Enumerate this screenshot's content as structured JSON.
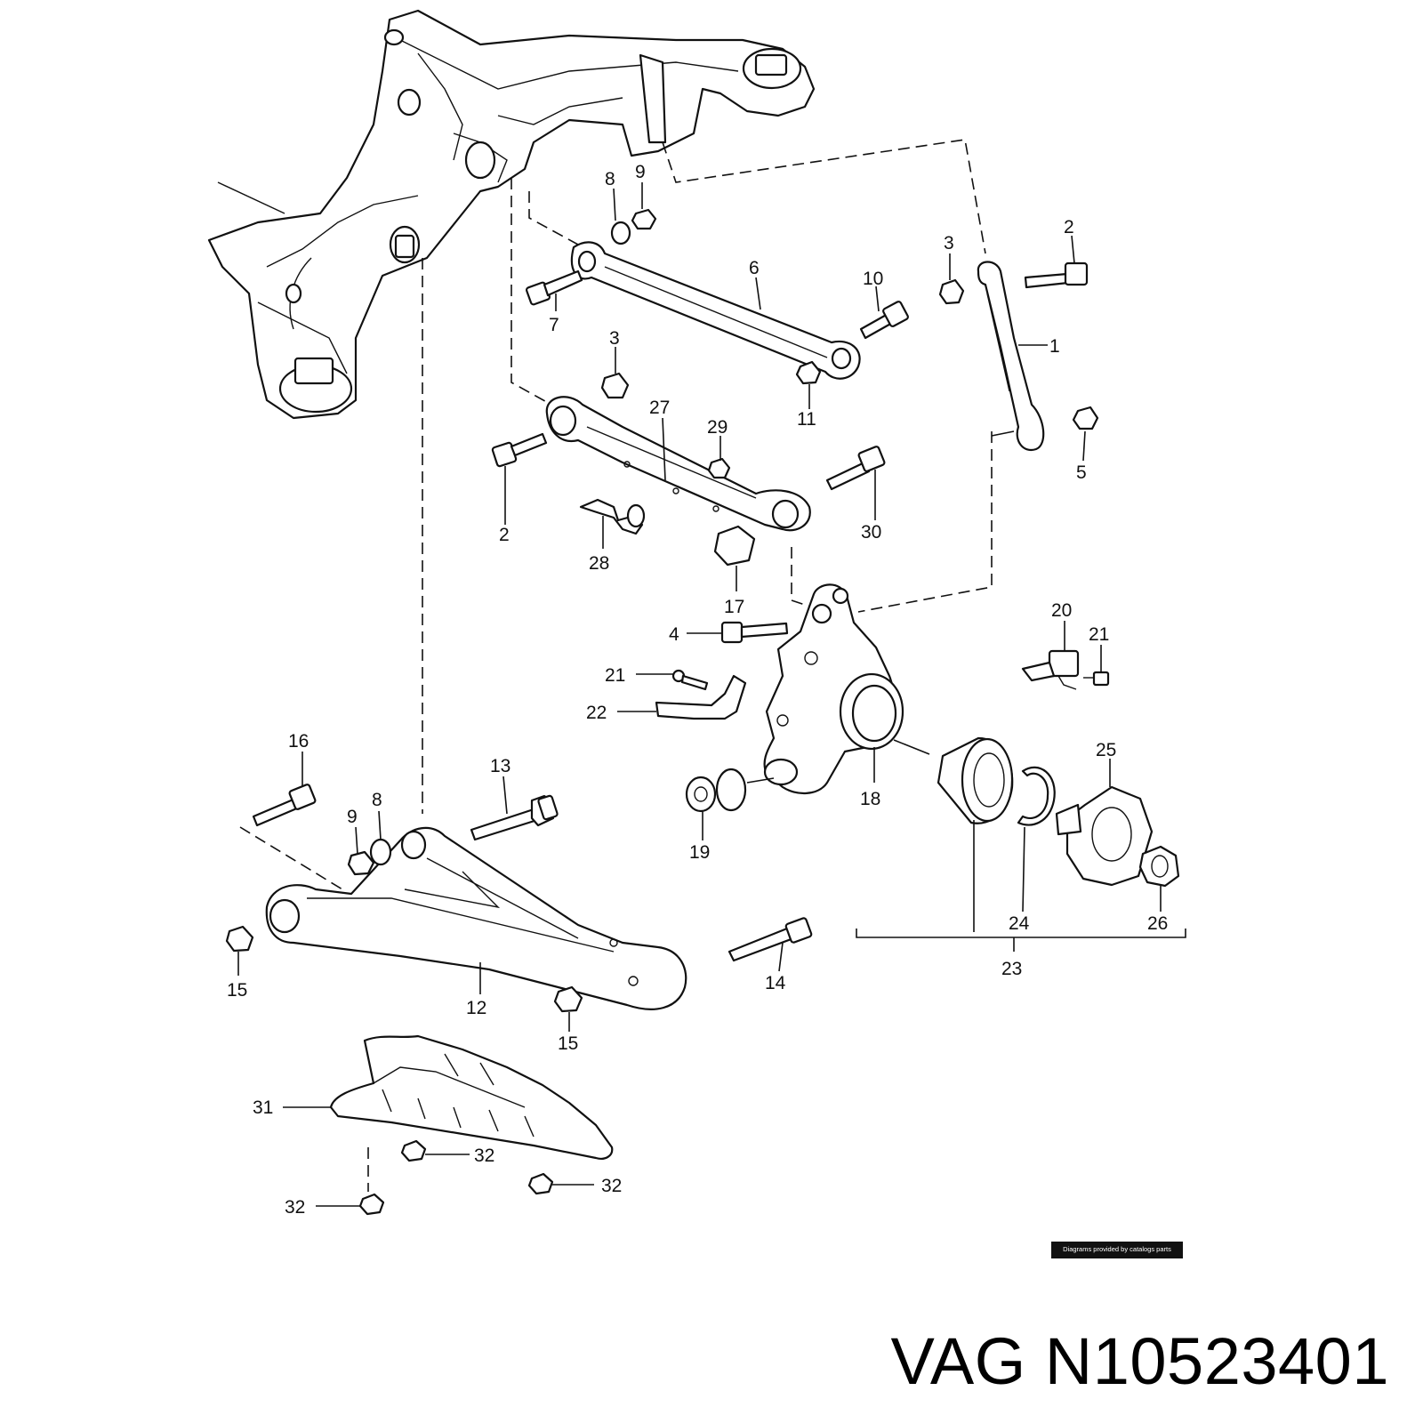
{
  "credit": "Diagrams provided by catalogs parts",
  "part_number_label": "VAG N10523401",
  "callouts": [
    {
      "id": "c8a",
      "text": "8"
    },
    {
      "id": "c9a",
      "text": "9"
    },
    {
      "id": "c6",
      "text": "6"
    },
    {
      "id": "c7",
      "text": "7"
    },
    {
      "id": "c10",
      "text": "10"
    },
    {
      "id": "c11",
      "text": "11"
    },
    {
      "id": "c3a",
      "text": "3"
    },
    {
      "id": "c2a",
      "text": "2"
    },
    {
      "id": "c1",
      "text": "1"
    },
    {
      "id": "c5",
      "text": "5"
    },
    {
      "id": "c3b",
      "text": "3"
    },
    {
      "id": "c27",
      "text": "27"
    },
    {
      "id": "c29",
      "text": "29"
    },
    {
      "id": "c2b",
      "text": "2"
    },
    {
      "id": "c30",
      "text": "30"
    },
    {
      "id": "c28",
      "text": "28"
    },
    {
      "id": "c17",
      "text": "17"
    },
    {
      "id": "c4",
      "text": "4"
    },
    {
      "id": "c20",
      "text": "20"
    },
    {
      "id": "c21a",
      "text": "21"
    },
    {
      "id": "c21b",
      "text": "21"
    },
    {
      "id": "c22",
      "text": "22"
    },
    {
      "id": "c16",
      "text": "16"
    },
    {
      "id": "c13",
      "text": "13"
    },
    {
      "id": "c9b",
      "text": "9"
    },
    {
      "id": "c8b",
      "text": "8"
    },
    {
      "id": "c18",
      "text": "18"
    },
    {
      "id": "c19",
      "text": "19"
    },
    {
      "id": "c25",
      "text": "25"
    },
    {
      "id": "c24",
      "text": "24"
    },
    {
      "id": "c26",
      "text": "26"
    },
    {
      "id": "c23",
      "text": "23"
    },
    {
      "id": "c15a",
      "text": "15"
    },
    {
      "id": "c12",
      "text": "12"
    },
    {
      "id": "c15b",
      "text": "15"
    },
    {
      "id": "c14",
      "text": "14"
    },
    {
      "id": "c31",
      "text": "31"
    },
    {
      "id": "c32a",
      "text": "32"
    },
    {
      "id": "c32b",
      "text": "32"
    },
    {
      "id": "c32c",
      "text": "32"
    }
  ]
}
